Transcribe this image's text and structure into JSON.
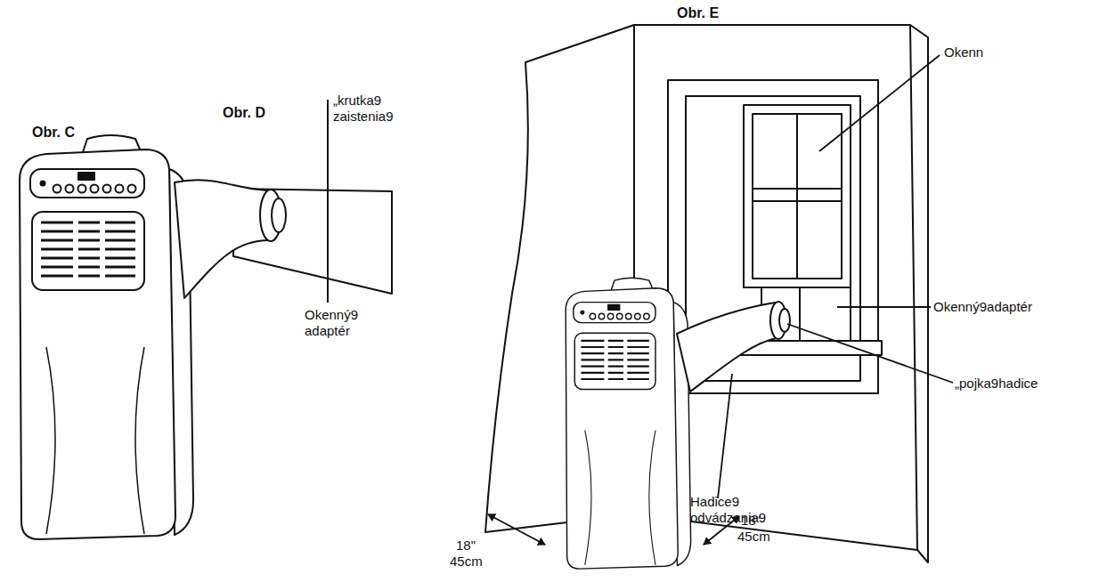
{
  "diagram": {
    "labels": [
      "Obr. C",
      "Obr. D",
      "„krutka9 zaistenia9",
      "Okenný9 adaptér",
      "Obr. E",
      "Okenn",
      "Okenný9adaptér",
      "„pojka9hadice",
      "Hadice9 odvádzania9",
      "18\"",
      "45cm",
      "18\"",
      "45cm"
    ]
  }
}
